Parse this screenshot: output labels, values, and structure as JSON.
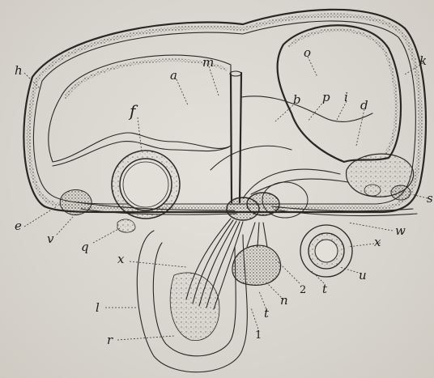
{
  "figure": {
    "labels": {
      "h": "h",
      "a": "a",
      "m": "m",
      "f": "f",
      "o": "o",
      "b": "b",
      "p": "p",
      "i": "i",
      "d": "d",
      "k": "k",
      "e": "e",
      "v": "v",
      "q": "q",
      "x_left": "x",
      "w": "w",
      "x_right": "x",
      "u": "u",
      "num_2": "2",
      "t_right": "t",
      "n": "n",
      "t_bottom": "t",
      "num_1": "1",
      "l": "l",
      "r": "r",
      "s": "s"
    }
  }
}
